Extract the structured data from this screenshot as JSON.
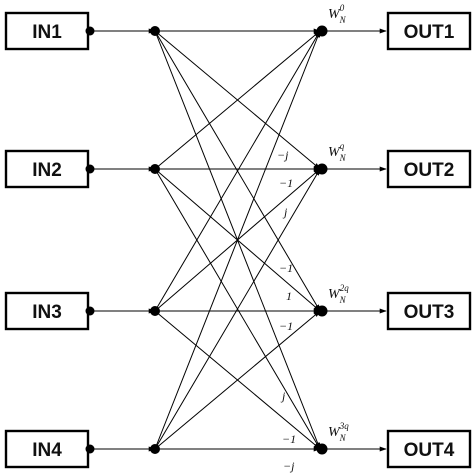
{
  "inputs": [
    "IN1",
    "IN2",
    "IN3",
    "IN4"
  ],
  "outputs": [
    "OUT1",
    "OUT2",
    "OUT3",
    "OUT4"
  ],
  "twiddles": [
    {
      "base": "W",
      "sub": "N",
      "sup": "0"
    },
    {
      "base": "W",
      "sub": "N",
      "sup": "q"
    },
    {
      "base": "W",
      "sub": "N",
      "sup": "2q"
    },
    {
      "base": "W",
      "sub": "N",
      "sup": "3q"
    }
  ],
  "coefficients": {
    "out2": [
      "−j",
      "−1",
      "j"
    ],
    "out3": [
      "−1",
      "1",
      "−1"
    ],
    "out4": [
      "j",
      "−1",
      "−j"
    ]
  }
}
